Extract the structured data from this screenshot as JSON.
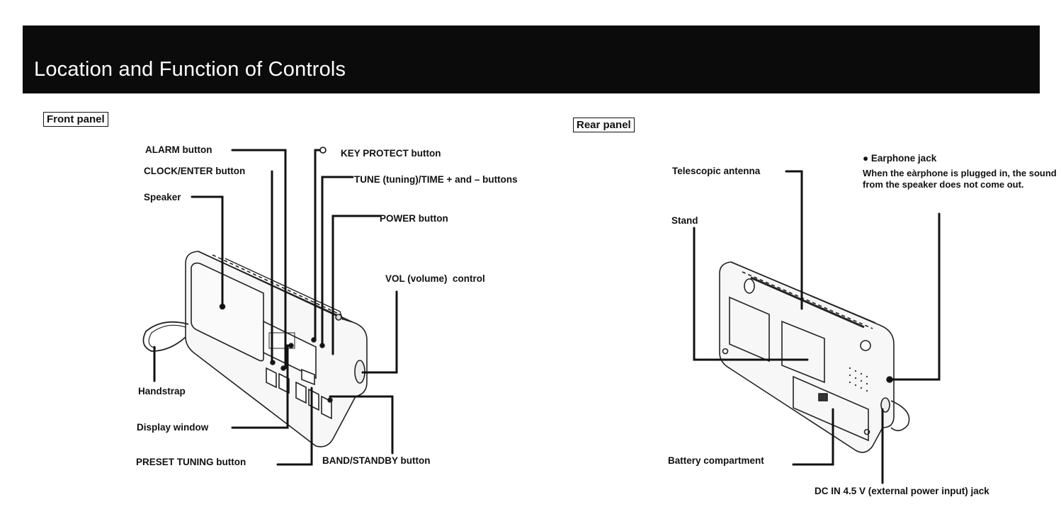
{
  "header": {
    "title": "Location and Function of Controls"
  },
  "front_panel": {
    "label": "Front panel",
    "callouts": {
      "alarm": "ALARM button",
      "clock_enter": "CLOCK/ENTER button",
      "speaker": "Speaker",
      "key_protect": "KEY PROTECT button",
      "tune_time": "TUNE (tuning)/TIME + and – buttons",
      "power": "POWER button",
      "vol": "VOL (volume)  control",
      "handstrap": "Handstrap",
      "display_window": "Display window",
      "preset_tuning": "PRESET TUNING button",
      "band_standby": "BAND/STANDBY button"
    }
  },
  "rear_panel": {
    "label": "Rear panel",
    "callouts": {
      "telescopic_antenna": "Telescopic antenna",
      "stand": "Stand",
      "earphone_title": "Earphone jack",
      "earphone_note": "When the eàrphone is plugged in, the sound from the speaker does not come out.",
      "battery": "Battery compartment",
      "dc_in": "DC IN 4.5 V (external power input) jack"
    }
  }
}
